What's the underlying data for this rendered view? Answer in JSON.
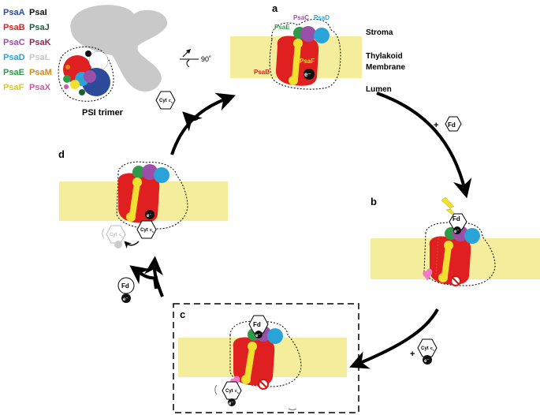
{
  "legend": {
    "items": [
      {
        "label": "PsaA",
        "color": "#2e4a9a"
      },
      {
        "label": "PsaI",
        "color": "#111111"
      },
      {
        "label": "PsaB",
        "color": "#e02020"
      },
      {
        "label": "PsaJ",
        "color": "#1f5e3a"
      },
      {
        "label": "PsaC",
        "color": "#9a4fa8"
      },
      {
        "label": "PsaK",
        "color": "#8a2a4a"
      },
      {
        "label": "PsaD",
        "color": "#2aa4d8"
      },
      {
        "label": "PsaL",
        "color": "#c8c8c8"
      },
      {
        "label": "PsaE",
        "color": "#2f9a4a"
      },
      {
        "label": "PsaM",
        "color": "#d88a1a"
      },
      {
        "label": "PsaF",
        "color": "#d8c82a"
      },
      {
        "label": "PsaX",
        "color": "#d05aa0"
      }
    ]
  },
  "trimer": {
    "label": "PSI trimer",
    "rotation_label": "90˚"
  },
  "panels": {
    "a": {
      "letter": "a",
      "stroma": "Stroma",
      "membrane_line1": "Thylakoid",
      "membrane_line2": "Membrane",
      "lumen": "Lumen",
      "psaC": "PsaC",
      "psaD": "PsaD",
      "psaE": "PsaE",
      "psaF": "PsaF",
      "psaB": "PsaB",
      "electron": "e⁻"
    },
    "b": {
      "letter": "b",
      "fd": "Fd",
      "electron": "e⁻"
    },
    "c": {
      "letter": "c",
      "fd": "Fd",
      "cyt_main": "Cyt",
      "cyt_sub": "c",
      "cyt_subsub": "6",
      "electron": "e⁻"
    },
    "d": {
      "letter": "d",
      "cyt_main": "Cyt",
      "cyt_sub": "c",
      "cyt_subsub": "6",
      "electron": "e⁻"
    }
  },
  "steps": {
    "add_fd": {
      "plus": "+",
      "label": "Fd"
    },
    "add_cyt": {
      "plus": "+",
      "main": "Cyt",
      "sub": "c",
      "subsub": "6",
      "electron": "e⁻"
    },
    "release_fd": {
      "label": "Fd",
      "electron": "e⁻"
    },
    "release_cyt": {
      "main": "Cyt",
      "sub": "c",
      "subsub": "6"
    }
  },
  "colors": {
    "membrane": "#f4ee9c",
    "psaB": "#e02020",
    "psaF": "#f2e030",
    "psaC": "#9a4fa8",
    "psaD": "#2aa4d8",
    "psaE": "#2f9a4a",
    "psaX": "#f07ac8",
    "trimer_gray": "#c9c9c9"
  }
}
